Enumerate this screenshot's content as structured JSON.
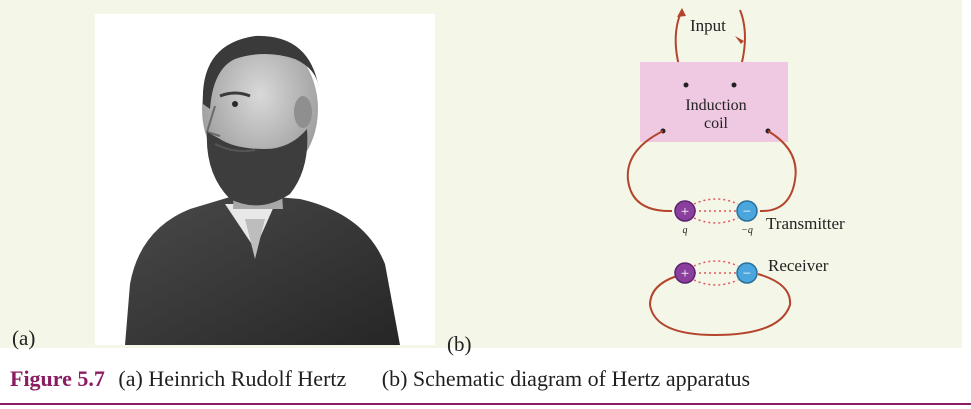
{
  "panel_a": {
    "label": "(a)"
  },
  "panel_b": {
    "label": "(b)"
  },
  "diagram": {
    "input_label": "Input",
    "coil_label_line1": "Induction",
    "coil_label_line2": "coil",
    "transmitter_label": "Transmitter",
    "receiver_label": "Receiver",
    "charge_positive": "q",
    "charge_negative": "−q",
    "plus_symbol": "+",
    "minus_symbol": "−"
  },
  "caption": {
    "figure_number": "Figure 5.7",
    "part_a": "(a) Heinrich Rudolf Hertz",
    "part_b": "(b) Schematic diagram of Hertz apparatus"
  },
  "colors": {
    "panel_background": "#f4f6e8",
    "coil_fill": "#efc9e1",
    "wire": "#b4452d",
    "positive_sphere": "#8a3f9e",
    "negative_sphere": "#4aa6dd",
    "figure_label": "#8b1e63",
    "spark": "#e2565a"
  }
}
